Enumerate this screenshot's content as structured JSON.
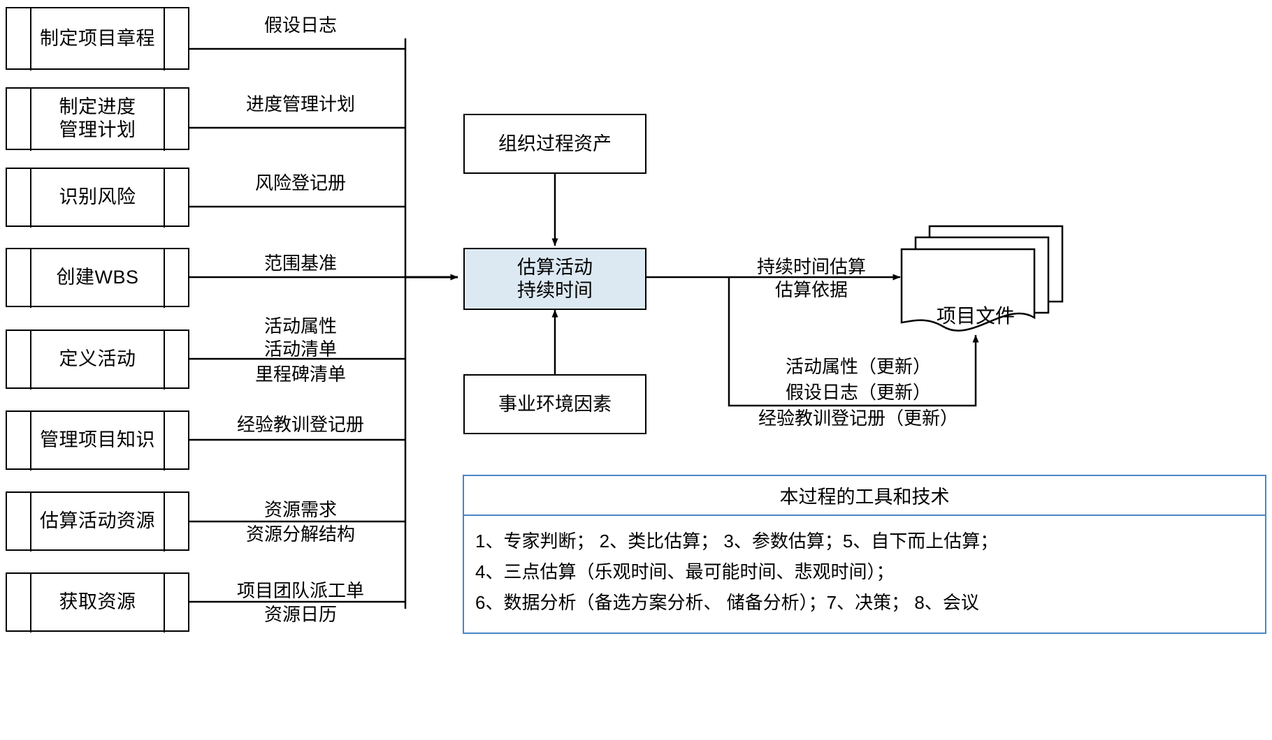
{
  "diagram": {
    "title": "估算活动持续时间",
    "accent_color": "#4a86c8",
    "highlight_fill": "#dce9f3",
    "line_color": "#000000"
  },
  "inputs": [
    {
      "id": "proc-1",
      "label": "制定项目章程",
      "edge_label": "假设日志"
    },
    {
      "id": "proc-2",
      "label": "制定进度\n管理计划",
      "edge_label": "进度管理计划"
    },
    {
      "id": "proc-3",
      "label": "识别风险",
      "edge_label": "风险登记册"
    },
    {
      "id": "proc-4",
      "label": "创建WBS",
      "edge_label": "范围基准"
    },
    {
      "id": "proc-5",
      "label": "定义活动",
      "edge_label_above": "活动属性\n活动清单",
      "edge_label_below": "里程碑清单"
    },
    {
      "id": "proc-6",
      "label": "管理项目知识",
      "edge_label": "经验教训登记册"
    },
    {
      "id": "proc-7",
      "label": "估算活动资源",
      "edge_label_above": "资源需求",
      "edge_label_below": "资源分解结构"
    },
    {
      "id": "proc-8",
      "label": "获取资源",
      "edge_label_above": "项目团队派工单",
      "edge_label_below": "资源日历"
    }
  ],
  "center": {
    "top_box": "组织过程资产",
    "bottom_box": "事业环境因素",
    "process_box": "估算活动\n持续时间"
  },
  "outputs": {
    "main_edge_label": "持续时间估算\n估算依据",
    "document_label": "项目文件",
    "update_lines": [
      "活动属性（更新）",
      "假设日志（更新）",
      "经验教训登记册（更新）"
    ]
  },
  "tools": {
    "header": "本过程的工具和技术",
    "lines": [
      "1、专家判断； 2、类比估算； 3、参数估算；5、自下而上估算；",
      "4、三点估算（乐观时间、最可能时间、悲观时间）；",
      "6、数据分析（备选方案分析、 储备分析）；7、决策； 8、会议"
    ]
  }
}
